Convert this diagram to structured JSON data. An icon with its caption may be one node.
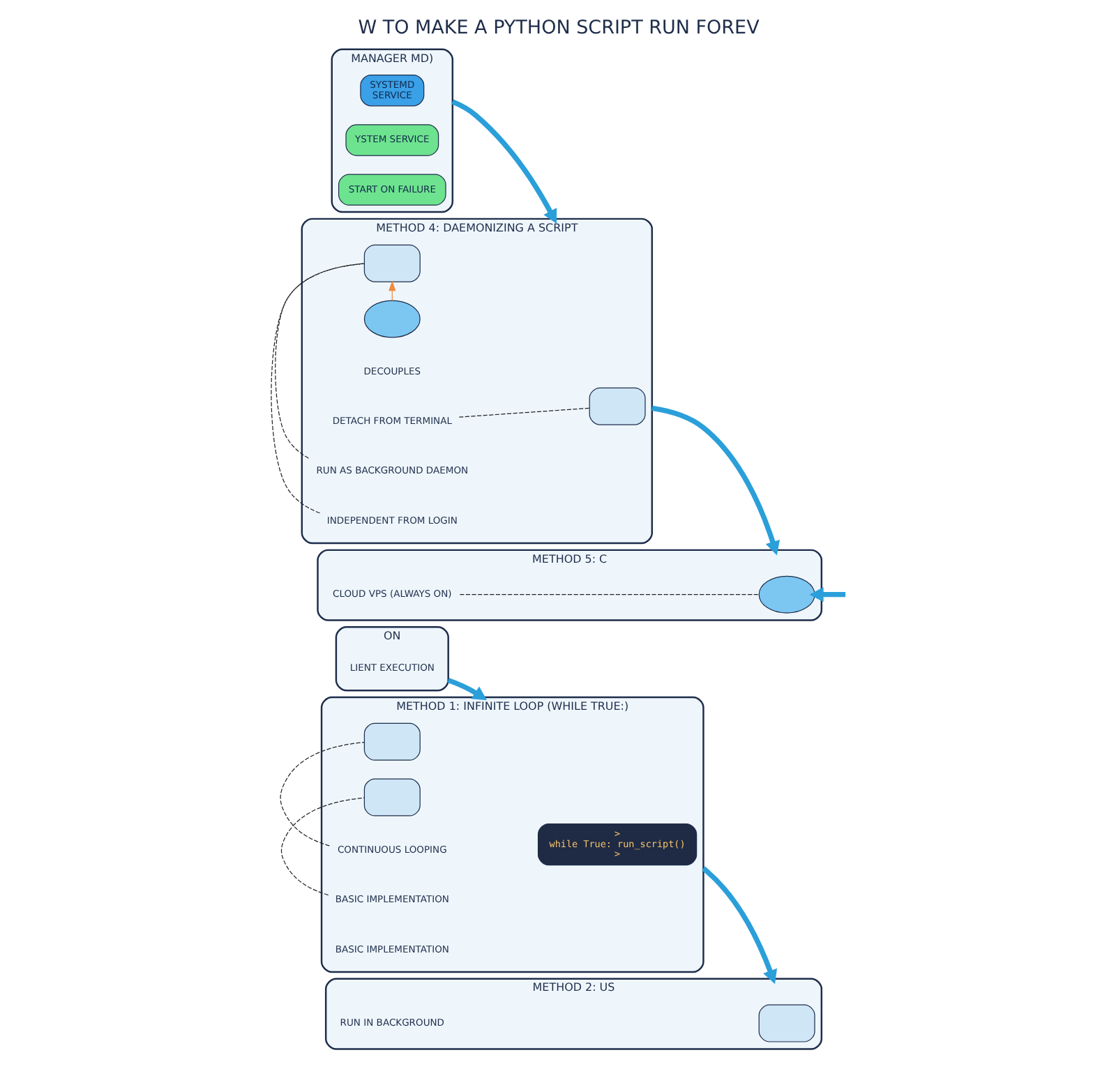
{
  "diagram": {
    "title": "W TO MAKE A PYTHON SCRIPT RUN FOREV",
    "nodes": [
      {
        "text": [
          "ON"
        ]
      },
      {
        "text": [
          "LIENT EXECUTION"
        ],
        "in": 0
      },
      {
        "text": [
          "METHOD 1: INFINITE LOOP (WHILE TRUE:)"
        ]
      },
      {
        "text": [
          ">",
          "while True: run_script()",
          ">"
        ],
        "in": 2
      },
      {
        "text": [],
        "shape": "box",
        "in": 2
      },
      {
        "text": [],
        "shape": "box",
        "in": 2
      },
      {
        "text": [
          "CONTINUOUS LOOPING"
        ],
        "in": 2
      },
      {
        "text": [
          "BASIC IMPLEMENTATION"
        ],
        "in": 2
      },
      {
        "text": [
          "BASIC IMPLEMENTATION"
        ],
        "in": 2
      },
      {
        "text": [
          "METHOD 2: US"
        ]
      },
      {
        "text": [],
        "shape": "box",
        "in": 9
      },
      {
        "text": [
          "RUN IN BACKGROUND"
        ],
        "in": 9
      },
      {
        "text": [
          "MANAGER MD)"
        ]
      },
      {
        "text": [
          "SYSTEMD",
          "SERVICE"
        ],
        "in": 12
      },
      {
        "text": [
          "YSTEM SERVICE"
        ],
        "in": 12
      },
      {
        "text": [
          "START ON FAILURE"
        ],
        "in": 12
      },
      {
        "text": [
          "METHOD 4: DAEMONIZING A SCRIPT"
        ]
      },
      {
        "text": [],
        "shape": "box",
        "in": 16
      },
      {
        "text": [],
        "shape": "box",
        "in": 16
      },
      {
        "text": [],
        "shape": "cloud",
        "in": 16
      },
      {
        "text": [
          "DECOUPLES"
        ],
        "in": 16
      },
      {
        "text": [
          "DETACH FROM TERMINAL"
        ],
        "in": 16
      },
      {
        "text": [
          "RUN AS BACKGROUND DAEMON"
        ],
        "in": 16
      },
      {
        "text": [
          "INDEPENDENT FROM LOGIN"
        ],
        "in": 16
      },
      {
        "text": [
          "METHOD 5: C"
        ]
      },
      {
        "text": [],
        "shape": "cloud",
        "in": 24
      },
      {
        "text": [
          "CLOUD VPS (ALWAYS ON)"
        ],
        "in": 24
      }
    ],
    "edges": [
      {
        "from": 0,
        "to": 2,
        "arrow": "to",
        "style": "thick",
        "color": "#2b9fd9"
      },
      {
        "from": 2,
        "to": 9,
        "arrow": "to",
        "style": "thick",
        "color": "#2b9fd9"
      },
      {
        "from": 12,
        "to": 16,
        "arrow": "to",
        "style": "thick",
        "color": "#2b9fd9"
      },
      {
        "from": 16,
        "to": 24,
        "arrow": "to",
        "style": "thick",
        "color": "#2b9fd9"
      },
      {
        "from": null,
        "to": 25,
        "arrow": "to",
        "style": "thick",
        "color": "#2b9fd9"
      },
      {
        "from": 19,
        "to": 18,
        "arrow": "to",
        "color": "#f08a3c"
      },
      {
        "from": 6,
        "to": 4,
        "arrow": "none",
        "style": "dashed"
      },
      {
        "from": 7,
        "to": 5,
        "arrow": "none",
        "style": "dashed"
      },
      {
        "from": 21,
        "to": 17,
        "arrow": "none",
        "style": "dashed"
      },
      {
        "from": 22,
        "to": 18,
        "arrow": "none",
        "style": "dashed"
      },
      {
        "from": 23,
        "to": 18,
        "arrow": "none",
        "style": "dashed"
      },
      {
        "from": 26,
        "to": 25,
        "arrow": "none",
        "style": "dashed"
      }
    ]
  }
}
